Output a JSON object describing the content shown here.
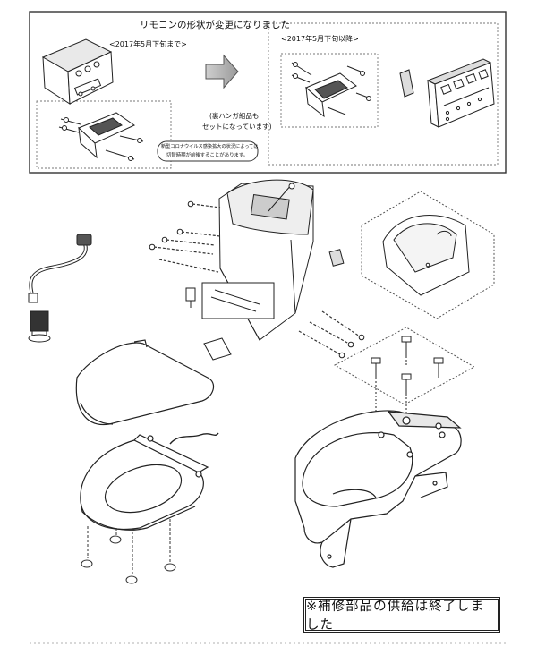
{
  "top_panel": {
    "heading": "リモコンの形状が変更になりました",
    "old_label": "<2017年5月下旬まで>",
    "new_label": "<2017年5月下旬以降>",
    "screw_note_line1": "(裏ハンガ組品も",
    "screw_note_line2": "セットになっています)",
    "delivery_note_line1": "新型コロナウイルス感染拡大の状況によっては",
    "delivery_note_line2": "切替時期が前後することがあります。"
  },
  "notice": {
    "text": "※補修部品の供給は終了しました"
  },
  "icons": {
    "arrow": "right-arrow-icon",
    "remote_old": "remote-old-icon",
    "remote_new": "remote-new-icon"
  }
}
